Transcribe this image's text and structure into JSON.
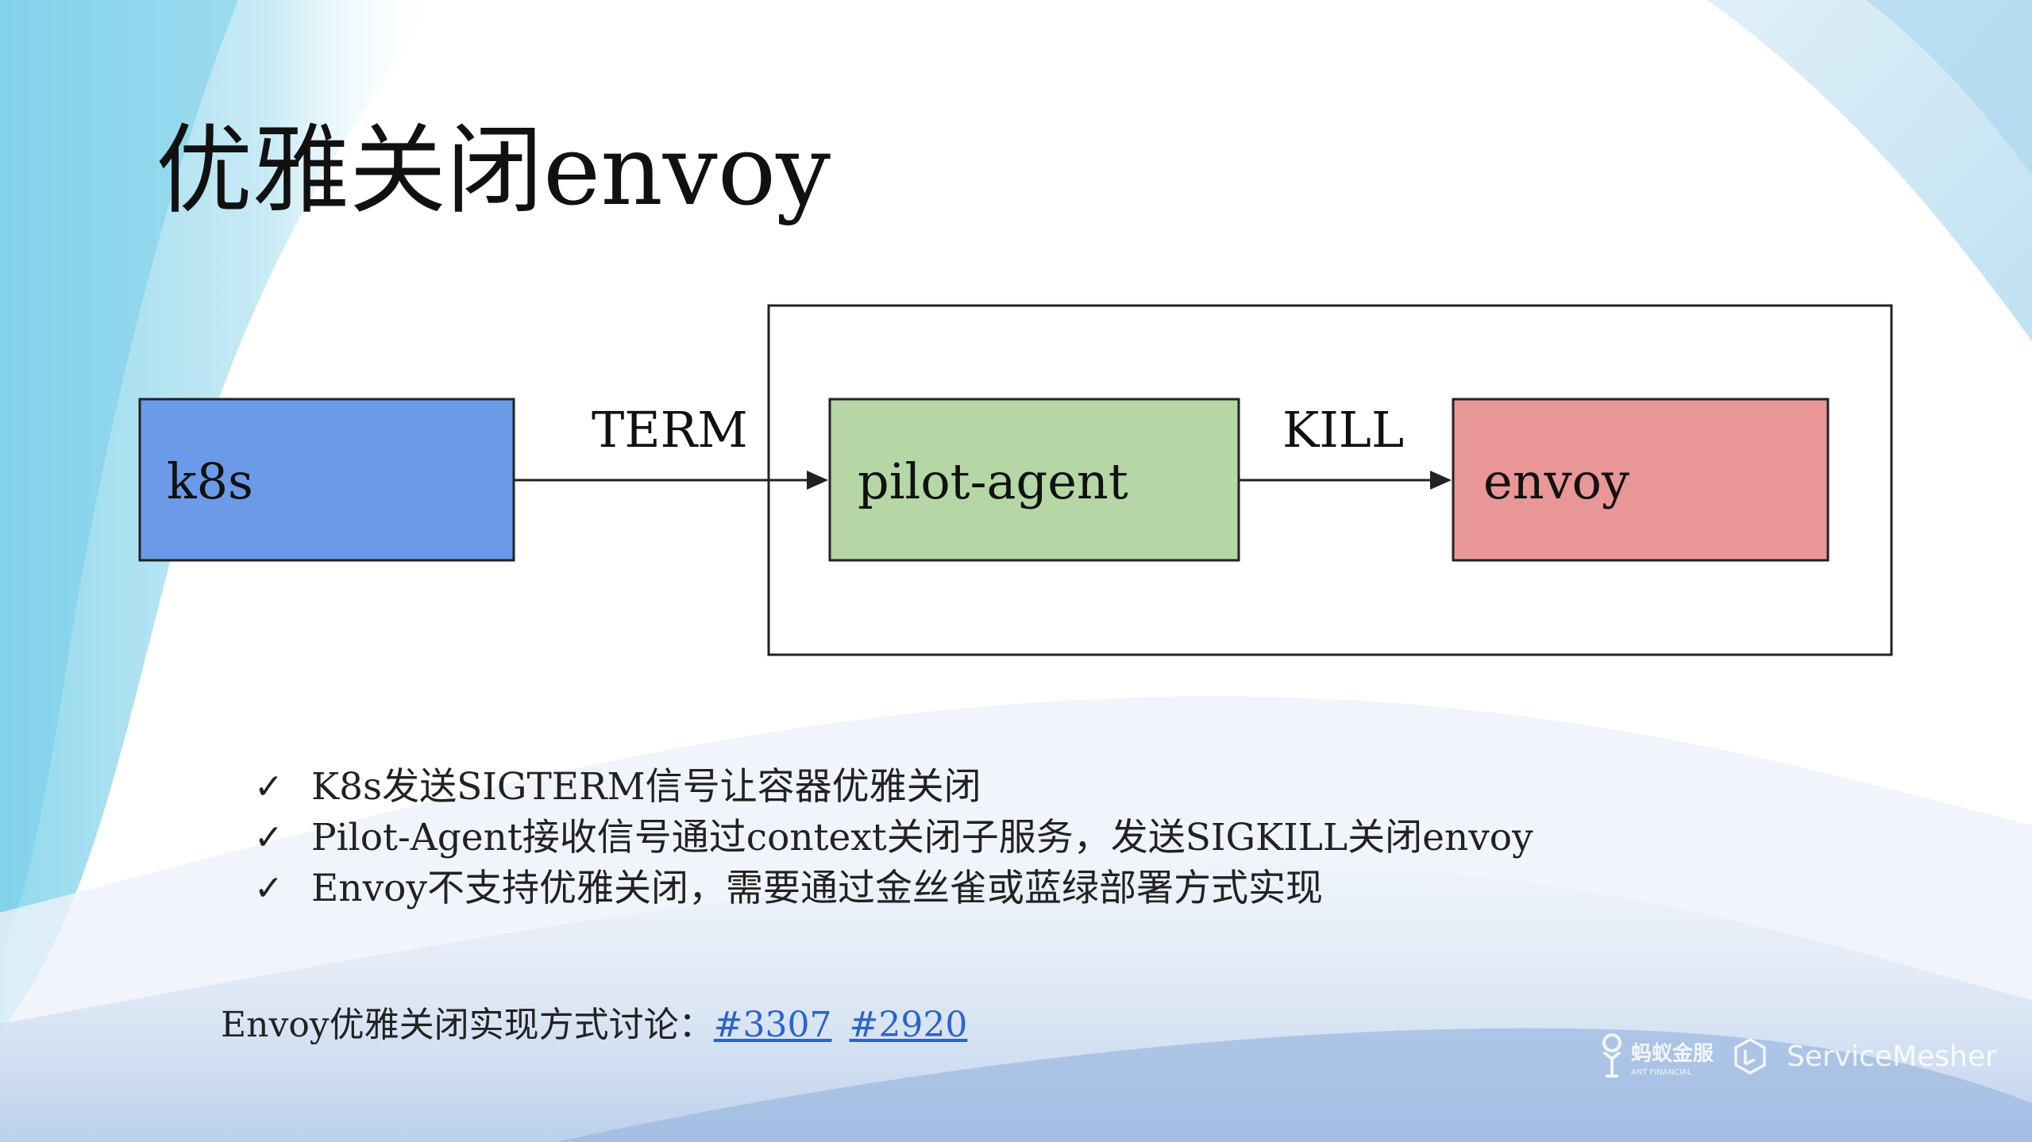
{
  "slide": {
    "title": "优雅关闭envoy"
  },
  "diagram": {
    "nodes": [
      {
        "id": "k8s",
        "label": "k8s",
        "color": "#6a9ae8"
      },
      {
        "id": "pilot-agent",
        "label": "pilot-agent",
        "color": "#b5d7a6"
      },
      {
        "id": "envoy",
        "label": "envoy",
        "color": "#e99697"
      }
    ],
    "edges": [
      {
        "from": "k8s",
        "to": "pilot-agent",
        "label": "TERM"
      },
      {
        "from": "pilot-agent",
        "to": "envoy",
        "label": "KILL"
      }
    ]
  },
  "bullets": [
    {
      "icon": "checkmark-icon",
      "text": "K8s发送SIGTERM信号让容器优雅关闭"
    },
    {
      "icon": "checkmark-icon",
      "text": "Pilot-Agent接收信号通过context关闭子服务，发送SIGKILL关闭envoy"
    },
    {
      "icon": "checkmark-icon",
      "text": "Envoy不支持优雅关闭，需要通过金丝雀或蓝绿部署方式实现"
    }
  ],
  "footer": {
    "prefix": "Envoy优雅关闭实现方式讨论：",
    "links": [
      "#3307",
      "#2920"
    ]
  },
  "branding": {
    "ant_logo_text": "蚂蚁金服",
    "ant_logo_subtext": "ANT FINANCIAL",
    "servicemesher_text": "ServiceMesher",
    "icons": [
      "ant-logo-icon",
      "servicemesher-logo-icon"
    ]
  },
  "colors": {
    "k8s_fill": "#6a9ae8",
    "pilot_agent_fill": "#b5d7a6",
    "envoy_fill": "#e99697",
    "link": "#2b63c9",
    "bg_accent_cyan": "#7fd3ea",
    "bg_accent_blue": "#aac4e6"
  }
}
